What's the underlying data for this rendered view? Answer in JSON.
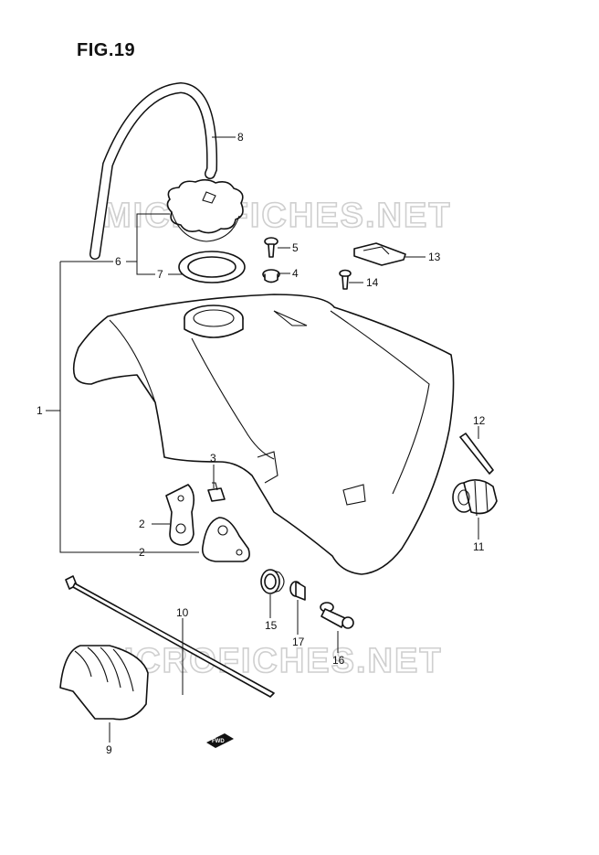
{
  "figure": {
    "title": "FIG.19"
  },
  "watermarks": [
    "MICROFICHES.NET",
    "MICROFICHES.NET"
  ],
  "fwd_badge": "FWD",
  "callouts": [
    "1",
    "2",
    "2",
    "3",
    "4",
    "5",
    "6",
    "7",
    "8",
    "9",
    "10",
    "11",
    "12",
    "13",
    "14",
    "15",
    "16",
    "17"
  ]
}
